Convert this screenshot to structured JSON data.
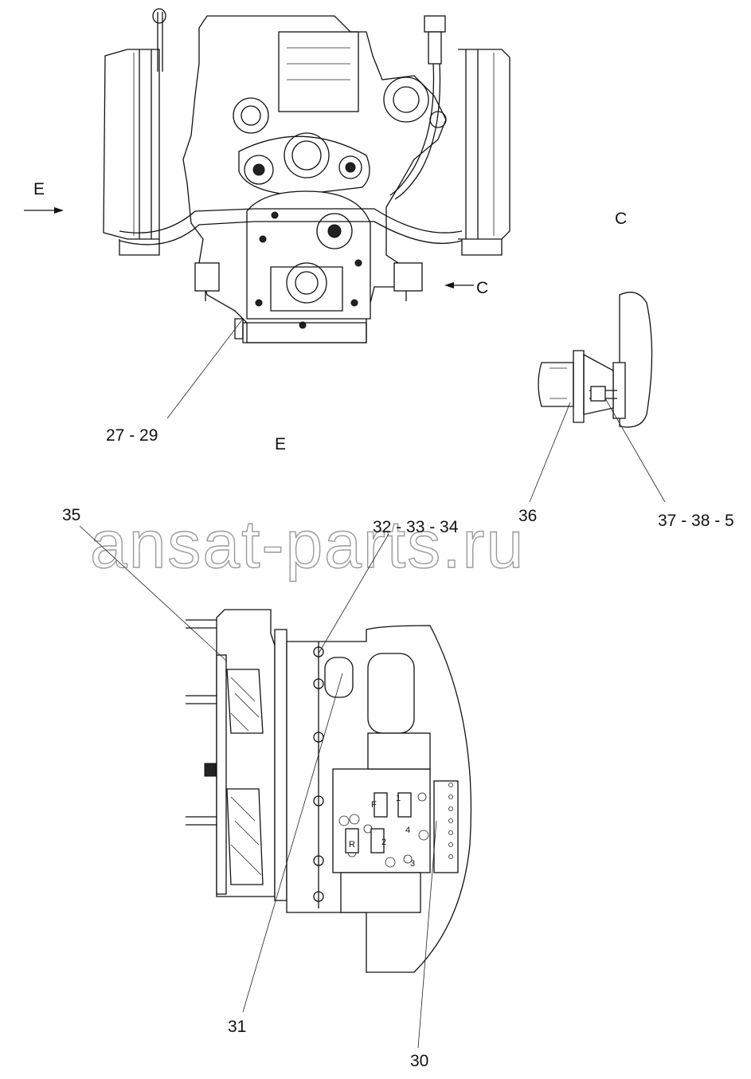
{
  "labels": {
    "view_e_arrow": "E",
    "view_c_arrow": "C",
    "view_c_title": "C",
    "view_e_title": "E",
    "callout_27_29": "27 - 29",
    "callout_35": "35",
    "callout_32_33_34": "32 - 33 - 34",
    "callout_36": "36",
    "callout_37_38_5": "37 - 38 - 5",
    "callout_31": "31",
    "callout_30": "30"
  },
  "watermark": "ansat-parts.ru",
  "valve_marks": {
    "f": "F",
    "r": "R",
    "n1": "1",
    "n2": "2",
    "n3": "3",
    "n4": "4"
  }
}
